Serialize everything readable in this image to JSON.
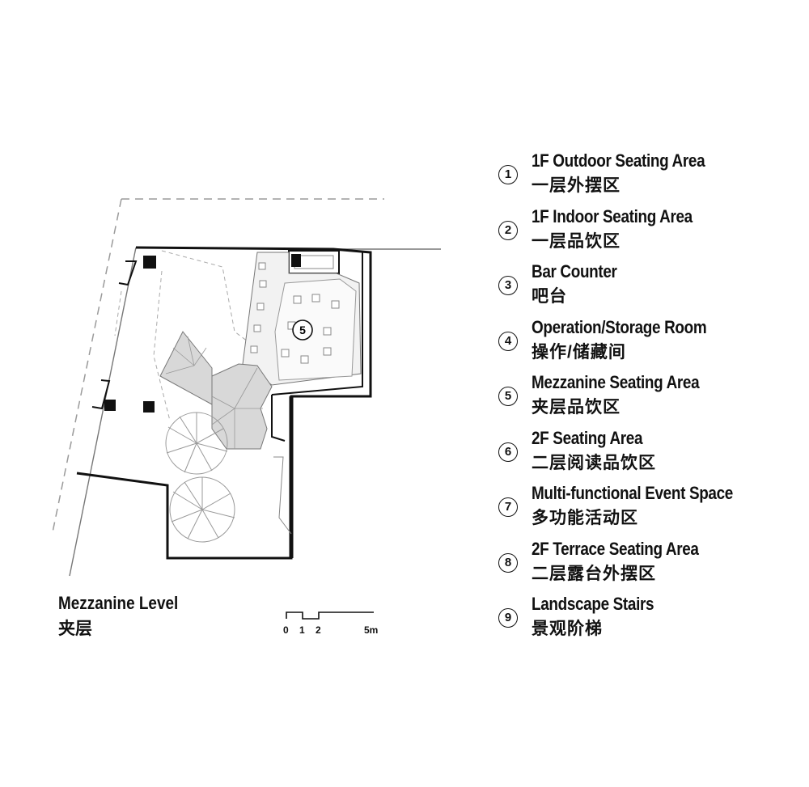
{
  "plan": {
    "level_en": "Mezzanine Level",
    "level_zh": "夹层",
    "room_marker": "5"
  },
  "scale": {
    "labels": [
      "0",
      "1",
      "2",
      "5m"
    ]
  },
  "legend": [
    {
      "num": "1",
      "en": "1F Outdoor Seating Area",
      "zh": "一层外摆区"
    },
    {
      "num": "2",
      "en": "1F Indoor Seating Area",
      "zh": "一层品饮区"
    },
    {
      "num": "3",
      "en": "Bar Counter",
      "zh": "吧台"
    },
    {
      "num": "4",
      "en": "Operation/Storage Room",
      "zh": "操作/储藏间"
    },
    {
      "num": "5",
      "en": "Mezzanine Seating Area",
      "zh": "夹层品饮区"
    },
    {
      "num": "6",
      "en": "2F Seating Area",
      "zh": "二层阅读品饮区"
    },
    {
      "num": "7",
      "en": "Multi-functional Event Space",
      "zh": "多功能活动区"
    },
    {
      "num": "8",
      "en": "2F Terrace Seating Area",
      "zh": "二层露台外摆区"
    },
    {
      "num": "9",
      "en": "Landscape Stairs",
      "zh": "景观阶梯"
    }
  ]
}
